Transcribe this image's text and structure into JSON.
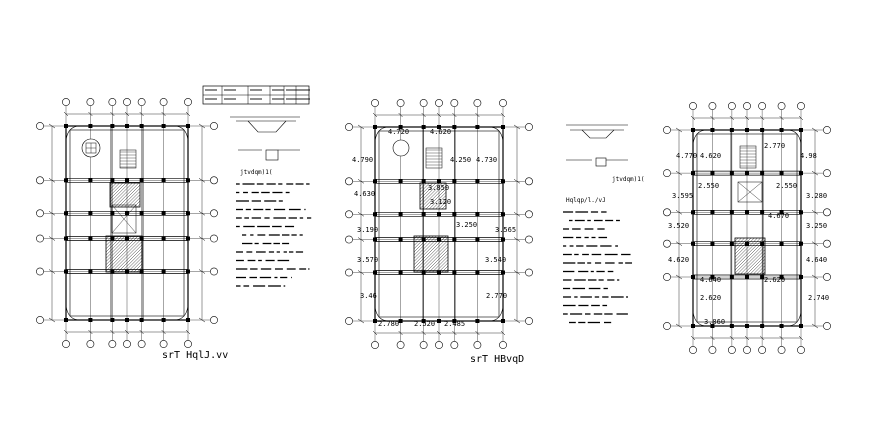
{
  "colors": {
    "ink": "#000000",
    "background": "#ffffff",
    "hatch": "#000000"
  },
  "plans": [
    {
      "id": "plan-1",
      "title": "srT HqlJ.vv",
      "dimensions": []
    },
    {
      "id": "plan-2",
      "title": "srT HBvqD",
      "dimensions": [
        "4.720",
        "4.620",
        "4.790",
        "4.250",
        "4.730",
        "3.850",
        "4.630",
        "3.120",
        "3.190",
        "3.250",
        "3.565",
        "3.570",
        "3.540",
        "3.46",
        "2.770",
        "2.780",
        "2.520",
        "2.485"
      ]
    },
    {
      "id": "plan-3",
      "title": "",
      "dimensions": [
        "4.770",
        "4.620",
        "2.770",
        "4.98",
        "2.550",
        "2.550",
        "4.670",
        "3.595",
        "3.280",
        "3.520",
        "3.250",
        "4.620",
        "4.640",
        "4.640",
        "2.620",
        "2.620",
        "2.740",
        "3.860"
      ]
    }
  ],
  "notes": [
    {
      "id": "notes-1",
      "heading": "jtvdqm)1(",
      "lines": 13
    },
    {
      "id": "notes-2",
      "heading": "Hqlqp/l./vJ",
      "lines": 14
    }
  ],
  "detail_labels": [
    "jtvdqm)1("
  ],
  "legend_table": {
    "rows": 2,
    "cols": 6
  }
}
